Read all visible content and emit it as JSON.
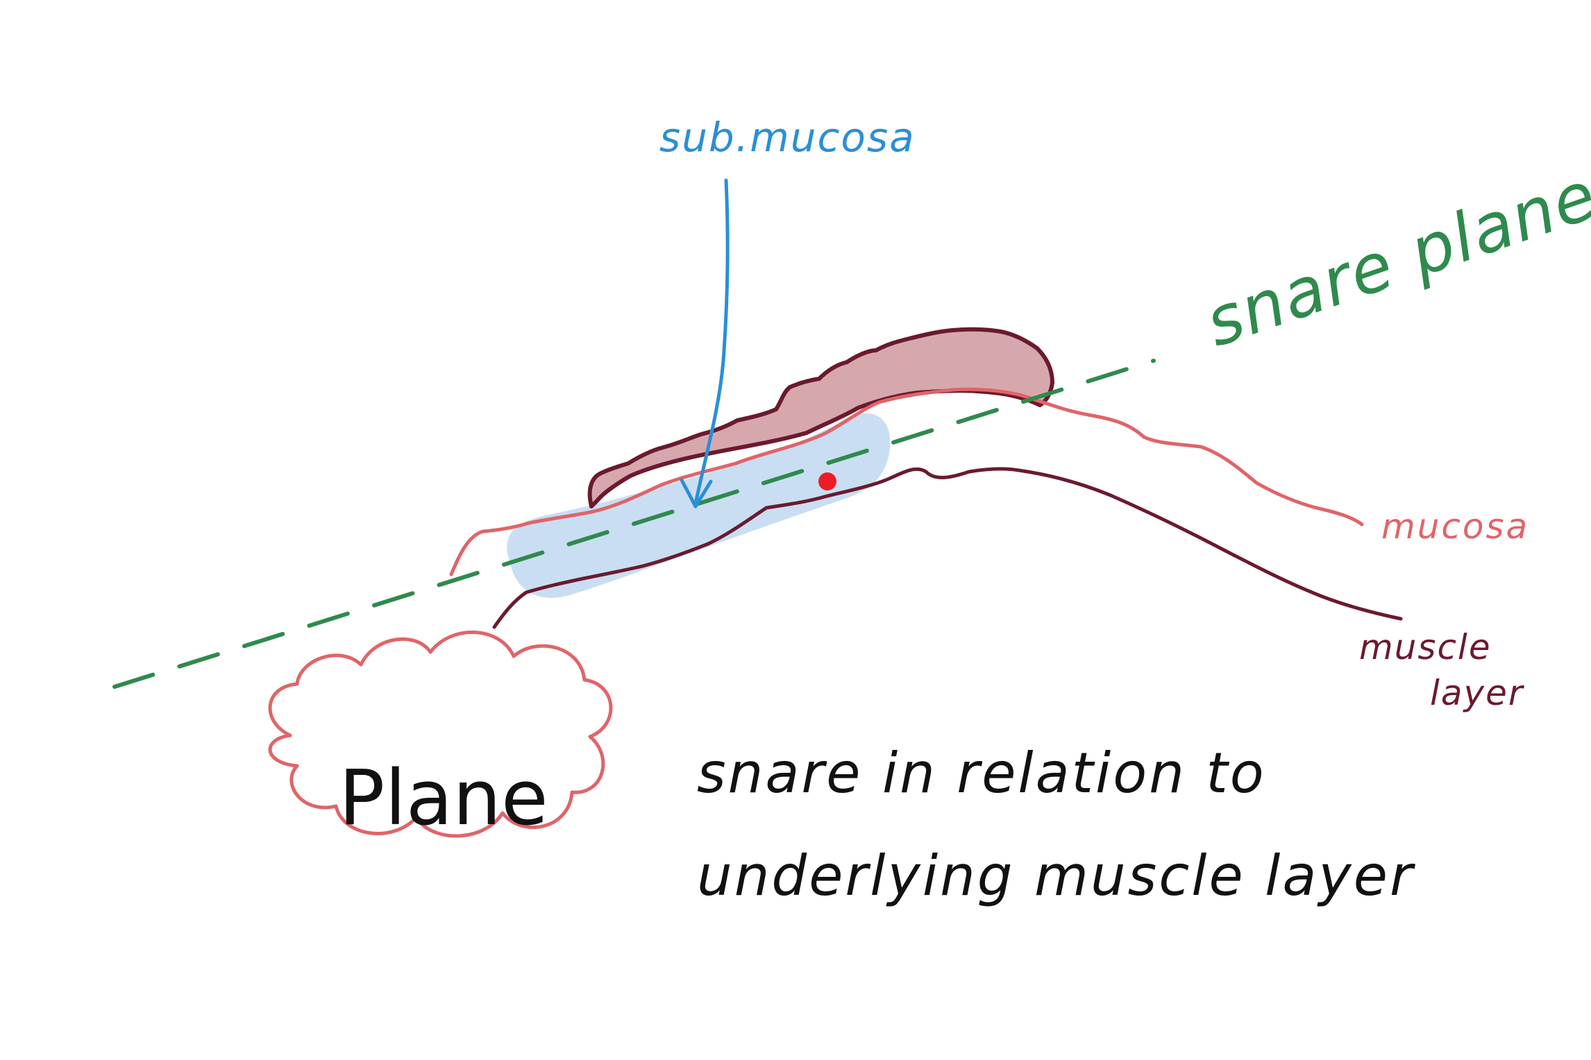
{
  "labels": {
    "submucosa": "sub.mucosa",
    "snare_plane": "snare plane",
    "mucosa": "mucosa",
    "muscle_line1": "muscle",
    "muscle_line2": "layer",
    "cloud_word": "Plane",
    "caption_line1": "snare in relation to",
    "caption_line2": "underlying muscle layer"
  },
  "colors": {
    "background": "#ffffff",
    "submucosa": "#2a8fd6",
    "submucosa_fill": "#c9def3",
    "snare_plane": "#2f8a4d",
    "mucosa": "#e06468",
    "lesion_outline": "#6b1a2e",
    "lesion_fill": "#d6a8ad",
    "muscle_layer": "#6b1a2e",
    "cloud": "#e06468",
    "dot": "#ee1c25",
    "ink": "#111111"
  }
}
